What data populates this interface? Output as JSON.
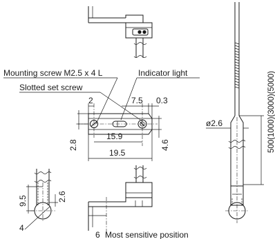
{
  "callouts": {
    "mounting_screw": "Mounting screw M2.5 x 4 L",
    "indicator_light": "Indicator light",
    "slotted_set_screw": "Slotted set screw",
    "most_sensitive": "Most sensitive position"
  },
  "dimensions": {
    "d_2": "2",
    "d_7_5": "7.5",
    "d_0_3": "0.3",
    "d_2_8": "2.8",
    "d_15_9": "15.9",
    "d_4_6": "4.6",
    "d_19_5": "19.5",
    "d_9_5": "9.5",
    "d_2_6": "2.6",
    "d_4": "4",
    "d_6": "6",
    "d_dia_2_6": "ø2.6",
    "cable_length": "500(1000)(3000)(5000)"
  }
}
